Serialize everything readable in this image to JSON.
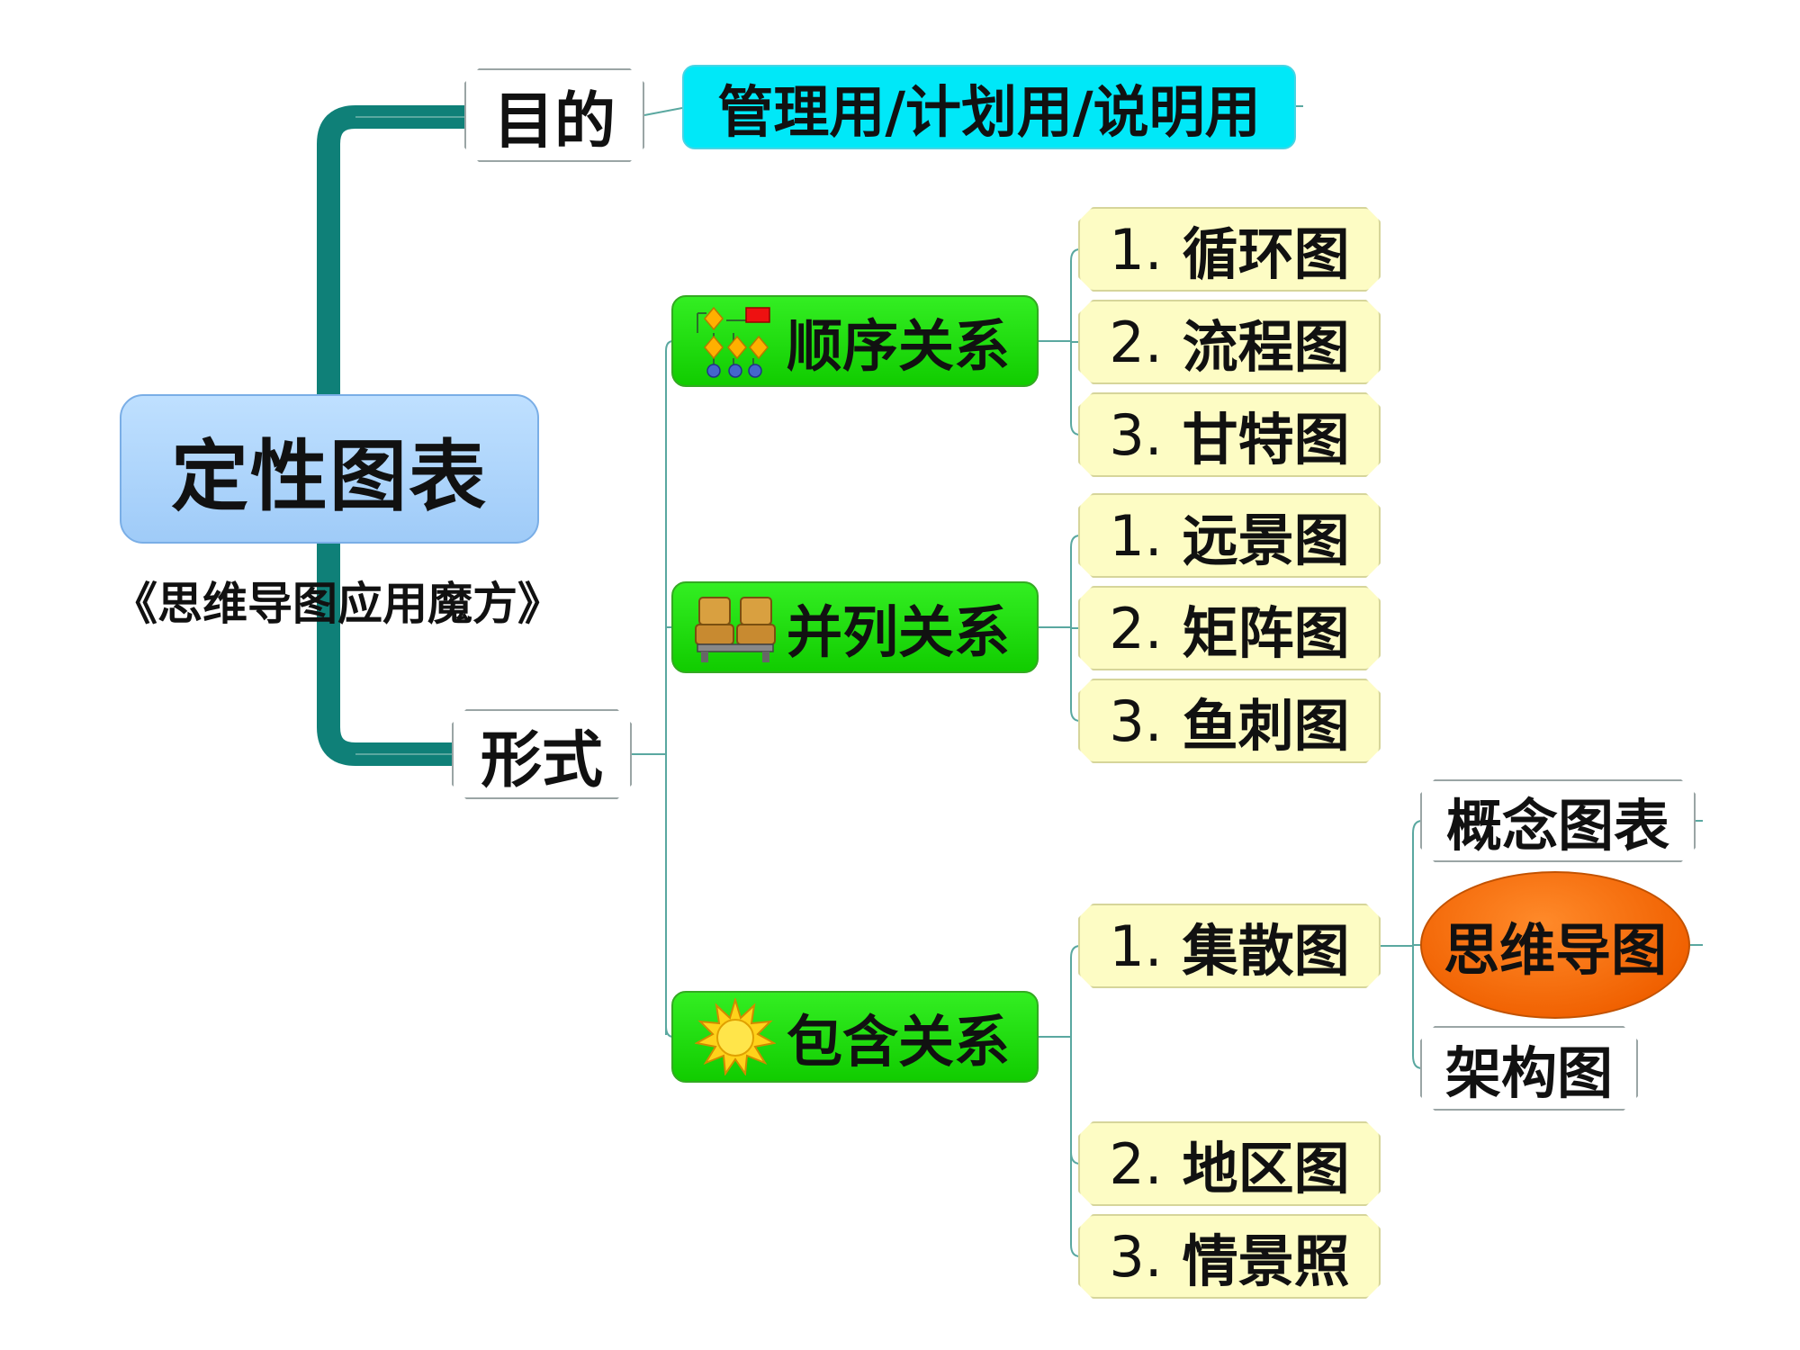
{
  "central_topic": "定性图表",
  "subtitle": "《思维导图应用魔方》",
  "branches": {
    "purpose": {
      "label": "目的",
      "child": "管理用/计划用/说明用"
    },
    "form": {
      "label": "形式",
      "groups": [
        {
          "label": "顺序关系",
          "icon": "flowchart-icon",
          "items": [
            {
              "num": "1.",
              "label": "循环图"
            },
            {
              "num": "2.",
              "label": "流程图"
            },
            {
              "num": "3.",
              "label": "甘特图"
            }
          ]
        },
        {
          "label": "并列关系",
          "icon": "seats-icon",
          "items": [
            {
              "num": "1.",
              "label": "远景图"
            },
            {
              "num": "2.",
              "label": "矩阵图"
            },
            {
              "num": "3.",
              "label": "鱼刺图"
            }
          ]
        },
        {
          "label": "包含关系",
          "icon": "sun-icon",
          "items": [
            {
              "num": "1.",
              "label": "集散图",
              "children": [
                "概念图表",
                "思维导图",
                "架构图"
              ]
            },
            {
              "num": "2.",
              "label": "地区图"
            },
            {
              "num": "3.",
              "label": "情景照"
            }
          ]
        }
      ]
    }
  },
  "colors": {
    "central_fill": "#a8d2fb",
    "trunk": "#0f8078",
    "connector": "#5aa8a0",
    "purpose_child_fill": "#00e8f8",
    "group_fill": "#22dd11",
    "leaf_fill": "#fdfcc4",
    "highlight_fill": "#f06000"
  }
}
